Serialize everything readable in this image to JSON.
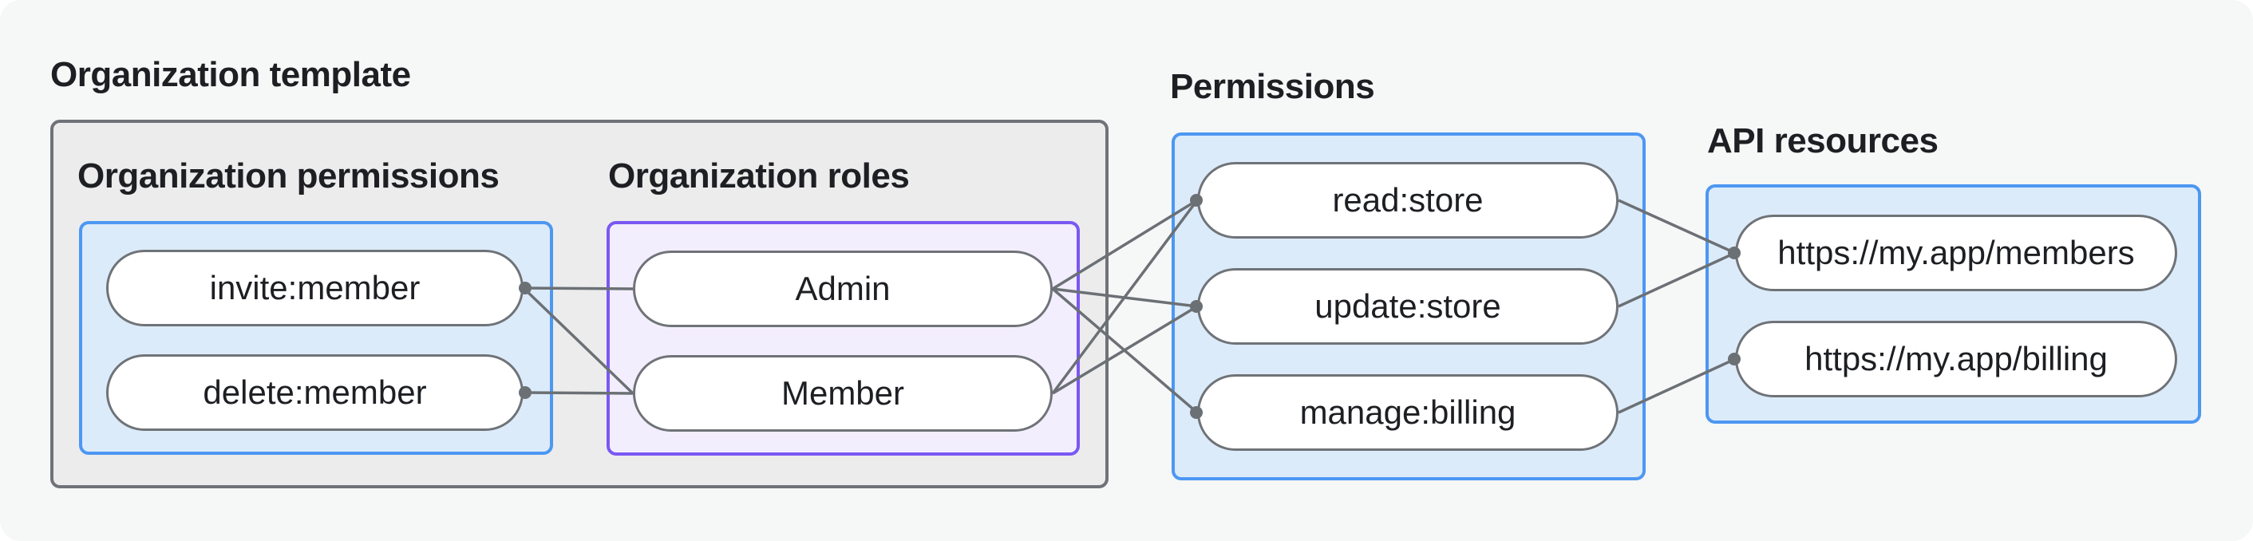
{
  "diagram": {
    "labels": {
      "template": "Organization template",
      "org_permissions": "Organization permissions",
      "org_roles": "Organization roles",
      "permissions": "Permissions",
      "api_resources": "API resources"
    },
    "nodes": {
      "invite": "invite:member",
      "delete": "delete:member",
      "admin": "Admin",
      "member": "Member",
      "read": "read:store",
      "update": "update:store",
      "manage": "manage:billing",
      "members_api": "https://my.app/members",
      "billing_api": "https://my.app/billing"
    },
    "edges": [
      {
        "from": "invite",
        "to": "admin"
      },
      {
        "from": "invite",
        "to": "member"
      },
      {
        "from": "delete",
        "to": "member"
      },
      {
        "from": "admin",
        "to": "read"
      },
      {
        "from": "admin",
        "to": "update"
      },
      {
        "from": "admin",
        "to": "manage"
      },
      {
        "from": "member",
        "to": "read"
      },
      {
        "from": "member",
        "to": "update"
      },
      {
        "from": "read",
        "to": "members_api"
      },
      {
        "from": "update",
        "to": "members_api"
      },
      {
        "from": "manage",
        "to": "billing_api"
      }
    ],
    "colors": {
      "background": "#f6f7f7",
      "outer_box_fill": "#ececed",
      "outer_box_border": "#6f7377",
      "blue_box_fill": "#dcebfa",
      "blue_box_border": "#4d97f2",
      "purple_box_fill": "#f3eefd",
      "purple_box_border": "#7a58f3",
      "pill_fill": "#ffffff",
      "pill_border": "#6f7377",
      "connector": "#6b7075",
      "text": "#1d1f23"
    }
  }
}
